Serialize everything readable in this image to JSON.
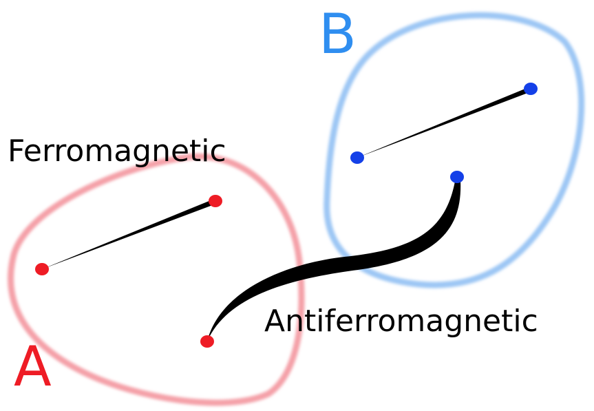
{
  "labels": {
    "group_a": "A",
    "group_b": "B",
    "ferromagnetic": "Ferromagnetic",
    "antiferromagnetic": "Antiferromagnetic"
  },
  "colors": {
    "group_a": "#ee1c25",
    "group_a_outline": "#f4a0a8",
    "group_b": "#2f8ef0",
    "group_b_outline": "#9cc6f4",
    "node_a": "#ee1c25",
    "node_b": "#1440e8",
    "bond": "#000000",
    "text": "#000000"
  }
}
